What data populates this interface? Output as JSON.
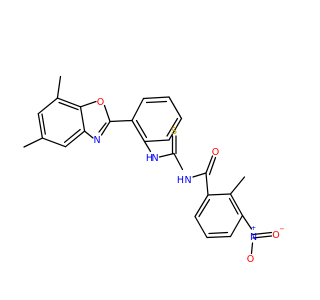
{
  "molecule": {
    "atom_labels": {
      "o_oxazole": "O",
      "n_oxazole": "N",
      "nh_left": "H",
      "n_left": "N",
      "s": "S",
      "nh_right": "H",
      "n_right": "N",
      "o_carbonyl": "O",
      "n_nitro": "N",
      "n_nitro_charge": "+",
      "o_nitro_bottom": "O",
      "o_nitro_left": "O",
      "o_nitro_charge": "−"
    },
    "colors": {
      "bond": "#000000",
      "oxygen": "#ff0000",
      "nitrogen": "#0000ff",
      "sulfur": "#c8a000"
    }
  }
}
